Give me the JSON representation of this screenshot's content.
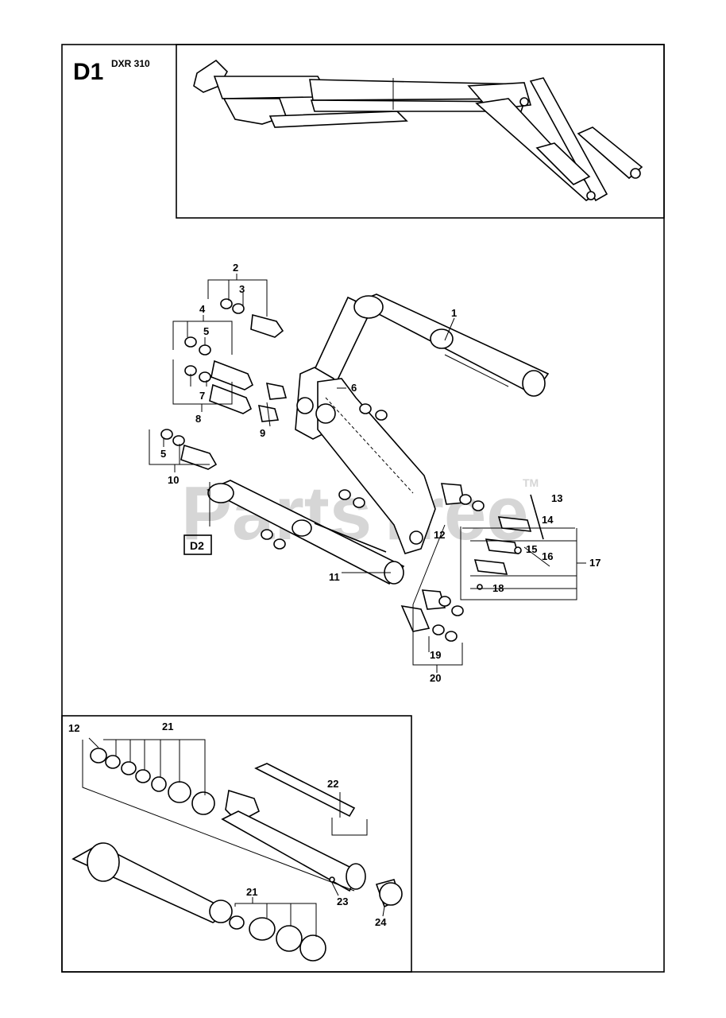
{
  "page": {
    "section_code": "D1",
    "model": "DXR 310",
    "inset_reference": "D2",
    "watermark": "PartsTree",
    "watermark_mark": "TM"
  },
  "callouts": {
    "main": [
      "1",
      "2",
      "3",
      "4",
      "5",
      "6",
      "7",
      "8",
      "9",
      "5",
      "10",
      "11",
      "12",
      "13",
      "14",
      "15",
      "16",
      "17",
      "18",
      "19",
      "20"
    ],
    "detail": [
      "12",
      "21",
      "22",
      "21",
      "23",
      "24"
    ]
  }
}
